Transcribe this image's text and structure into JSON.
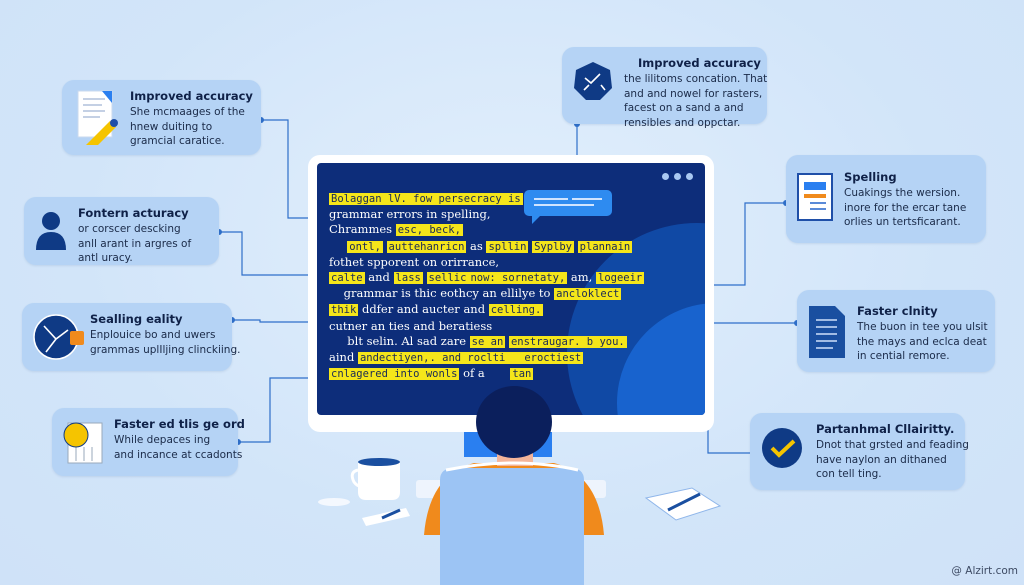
{
  "cards": [
    {
      "title": "Improved accuracy",
      "lines": [
        "She mcmaages of the",
        "hnew duiting to",
        "gramcial caratice."
      ],
      "icon": "document-highlighter-icon"
    },
    {
      "title": "Fontern acturacy",
      "lines": [
        "or corscer descking",
        "anll arant in argres of",
        "antl uracy."
      ],
      "icon": "user-icon"
    },
    {
      "title": "Sealling eality",
      "lines": [
        "Enplouice bo and uwers",
        "grammas uplIljing clinckiing."
      ],
      "icon": "clock-icon"
    },
    {
      "title": "Faster ed tlis ge ord",
      "lines": [
        "While depaces ing",
        "and incance at ccadonts"
      ],
      "icon": "chart-sun-icon"
    },
    {
      "title": "Improved accuracy",
      "lines": [
        "the lilitoms concation. That",
        "and and nowel for rasters,",
        "facest on a sand a and",
        "rensibles and oppctar."
      ],
      "icon": "badge-check-icon"
    },
    {
      "title": "Spelling",
      "lines": [
        "Cuakings the wersion.",
        "inore for the ercar tane",
        "orlies un tertsficarant."
      ],
      "icon": "clipboard-icon"
    },
    {
      "title": "Faster clnity",
      "lines": [
        "The buon in tee you ulsit",
        "the mays and eclca deat",
        "in cential remore."
      ],
      "icon": "document-icon"
    },
    {
      "title": "Partanhmal Cllairitty.",
      "lines": [
        "Dnot that grsted and feading",
        "have naylon an dithaned",
        "con tell ting."
      ],
      "icon": "checkmark-icon"
    }
  ],
  "screen": {
    "lines": [
      [
        {
          "t": "Bolaggan lV. fow persecracy is",
          "h": true
        }
      ],
      [
        {
          "t": "grammar errors in spelling,"
        }
      ],
      [
        {
          "t": "Chrammes "
        },
        {
          "t": "esc, beck,",
          "h": true
        }
      ],
      [
        {
          "t": "     "
        },
        {
          "t": "ontl,",
          "h": true
        },
        {
          "t": " "
        },
        {
          "t": "auttehanricn",
          "h": true
        },
        {
          "t": " as "
        },
        {
          "t": "spllin",
          "h": true
        },
        {
          "t": " "
        },
        {
          "t": "Syplby",
          "h": true
        },
        {
          "t": " "
        },
        {
          "t": "plannain",
          "h": true
        }
      ],
      [
        {
          "t": "fothet spporent on orirrance,"
        }
      ],
      [
        {
          "t": "calte",
          "h": true
        },
        {
          "t": " and "
        },
        {
          "t": "lass",
          "h": true
        },
        {
          "t": " "
        },
        {
          "t": "sellic",
          "h": true
        },
        {
          "t": "now: sornetaty,",
          "h": true
        },
        {
          "t": " am, "
        },
        {
          "t": "logeeir",
          "h": true
        }
      ],
      [
        {
          "t": "    grammar is thic eothcy an ellilye to "
        },
        {
          "t": "ancloklect",
          "h": true
        }
      ],
      [
        {
          "t": "thik",
          "h": true
        },
        {
          "t": " ddfer and aucter and "
        },
        {
          "t": "celling.",
          "h": true
        }
      ],
      [
        {
          "t": "cutner an ties and beratiess"
        }
      ],
      [
        {
          "t": "     blt selin. Al sad zare "
        },
        {
          "t": "se an",
          "h": true
        },
        {
          "t": " "
        },
        {
          "t": "enstraugar. b you.",
          "h": true
        }
      ],
      [
        {
          "t": "aind "
        },
        {
          "t": "andectiyen,. and roclti   eroctiest",
          "h": true
        }
      ],
      [
        {
          "t": "cnlagered into wonls",
          "h": true
        },
        {
          "t": " of a       "
        },
        {
          "t": "tan",
          "h": true
        }
      ]
    ]
  },
  "watermark": "Alzirt.com",
  "colors": {
    "background": "#d3e6fa",
    "card": "#b5d3f5",
    "screen": "#0d2d7a",
    "highlight": "#f5e61a",
    "accent": "#1f4fa8",
    "shirt": "#f08a1c",
    "chair": "#9cc4f4"
  }
}
